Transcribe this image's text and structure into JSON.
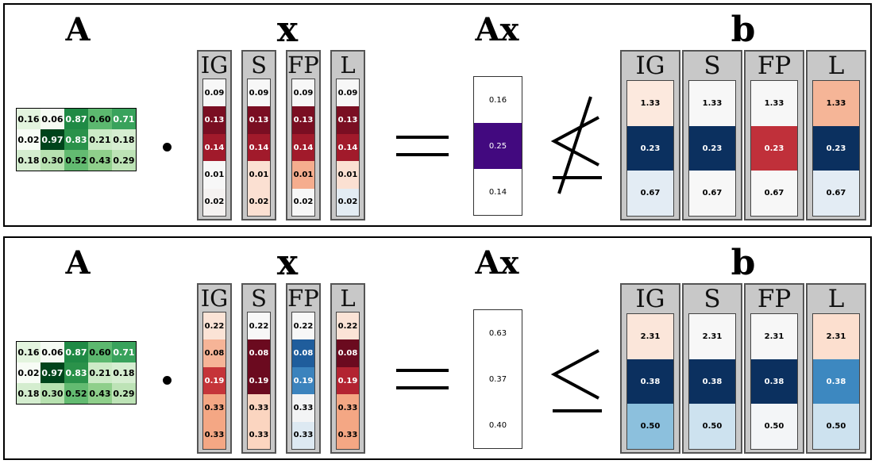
{
  "panels": [
    {
      "id": "top",
      "headers": {
        "A": "A",
        "x": "x",
        "Ax": "Ax",
        "b": "b"
      },
      "relation": "not-less-than-or-equal",
      "matrix_A": [
        [
          "0.16",
          "0.06",
          "0.87",
          "0.60",
          "0.71"
        ],
        [
          "0.02",
          "0.97",
          "0.83",
          "0.21",
          "0.18"
        ],
        [
          "0.18",
          "0.30",
          "0.52",
          "0.43",
          "0.29"
        ]
      ],
      "x_vectors": [
        {
          "label": "IG",
          "values": [
            "0.09",
            "0.13",
            "0.14",
            "0.01",
            "0.02"
          ],
          "colors": [
            "#f7f7f7",
            "#7a0e22",
            "#a11a2b",
            "#f7f7f7",
            "#f5f2f1"
          ]
        },
        {
          "label": "S",
          "values": [
            "0.09",
            "0.13",
            "0.14",
            "0.01",
            "0.02"
          ],
          "colors": [
            "#f7f7f7",
            "#7a0e22",
            "#a11a2b",
            "#fbe0d2",
            "#fbe0d2"
          ]
        },
        {
          "label": "FP",
          "values": [
            "0.09",
            "0.13",
            "0.14",
            "0.01",
            "0.02"
          ],
          "colors": [
            "#f7f7f7",
            "#7a0e22",
            "#a11a2b",
            "#f5ad8e",
            "#f7f7f7"
          ]
        },
        {
          "label": "L",
          "values": [
            "0.09",
            "0.13",
            "0.14",
            "0.01",
            "0.02"
          ],
          "colors": [
            "#f7f7f7",
            "#7a0e22",
            "#a11a2b",
            "#fbe0d2",
            "#e3ecf3"
          ]
        }
      ],
      "Ax": {
        "values": [
          "0.16",
          "0.25",
          "0.14"
        ],
        "colors": [
          "#ffffff",
          "#42097f",
          "#ffffff"
        ]
      },
      "b_vectors": [
        {
          "label": "IG",
          "values": [
            "1.33",
            "0.23",
            "0.67"
          ],
          "colors": [
            "#fce9de",
            "#0b305f",
            "#e3ecf4"
          ]
        },
        {
          "label": "S",
          "values": [
            "1.33",
            "0.23",
            "0.67"
          ],
          "colors": [
            "#f7f7f7",
            "#0b305f",
            "#f7f7f7"
          ]
        },
        {
          "label": "FP",
          "values": [
            "1.33",
            "0.23",
            "0.67"
          ],
          "colors": [
            "#f7f7f7",
            "#c0303a",
            "#f7f7f7"
          ]
        },
        {
          "label": "L",
          "values": [
            "1.33",
            "0.23",
            "0.67"
          ],
          "colors": [
            "#f5b597",
            "#0b305f",
            "#e3ecf4"
          ]
        }
      ]
    },
    {
      "id": "bottom",
      "headers": {
        "A": "A",
        "x": "x",
        "Ax": "Ax",
        "b": "b"
      },
      "relation": "less-than-or-equal",
      "matrix_A": [
        [
          "0.16",
          "0.06",
          "0.87",
          "0.60",
          "0.71"
        ],
        [
          "0.02",
          "0.97",
          "0.83",
          "0.21",
          "0.18"
        ],
        [
          "0.18",
          "0.30",
          "0.52",
          "0.43",
          "0.29"
        ]
      ],
      "x_vectors": [
        {
          "label": "IG",
          "values": [
            "0.22",
            "0.08",
            "0.19",
            "0.33",
            "0.33"
          ],
          "colors": [
            "#fbe3d6",
            "#f6b497",
            "#c53439",
            "#f4a784",
            "#f4a784"
          ]
        },
        {
          "label": "S",
          "values": [
            "0.22",
            "0.08",
            "0.19",
            "0.33",
            "0.33"
          ],
          "colors": [
            "#f7f7f7",
            "#6b0a1f",
            "#6b0a1f",
            "#fbd5c0",
            "#fbd5c0"
          ]
        },
        {
          "label": "FP",
          "values": [
            "0.22",
            "0.08",
            "0.19",
            "0.33",
            "0.33"
          ],
          "colors": [
            "#f7f7f7",
            "#1f5d9c",
            "#3b83bd",
            "#f3f4f5",
            "#dde9f2"
          ]
        },
        {
          "label": "L",
          "values": [
            "0.22",
            "0.08",
            "0.19",
            "0.33",
            "0.33"
          ],
          "colors": [
            "#fbe3d6",
            "#6b0a1f",
            "#b32331",
            "#f4a784",
            "#f4a784"
          ]
        }
      ],
      "Ax": {
        "values": [
          "0.63",
          "0.37",
          "0.40"
        ],
        "colors": [
          "#ffffff",
          "#ffffff",
          "#ffffff"
        ]
      },
      "b_vectors": [
        {
          "label": "IG",
          "values": [
            "2.31",
            "0.38",
            "0.50"
          ],
          "colors": [
            "#fbe6da",
            "#0b305f",
            "#8cc0dd"
          ]
        },
        {
          "label": "S",
          "values": [
            "2.31",
            "0.38",
            "0.50"
          ],
          "colors": [
            "#f7f7f7",
            "#0b305f",
            "#cde2ef"
          ]
        },
        {
          "label": "FP",
          "values": [
            "2.31",
            "0.38",
            "0.50"
          ],
          "colors": [
            "#f7f7f7",
            "#0b305f",
            "#f3f5f7"
          ]
        },
        {
          "label": "L",
          "values": [
            "2.31",
            "0.38",
            "0.50"
          ],
          "colors": [
            "#fcdfcf",
            "#3d88c0",
            "#cde2ef"
          ]
        }
      ]
    }
  ],
  "matrix_A_colors": [
    [
      "#e3f4de",
      "#f5fbf3",
      "#1f8a45",
      "#5cb86f",
      "#39a25c"
    ],
    [
      "#f7fcf5",
      "#00441b",
      "#2a924a",
      "#cdebc7",
      "#d6eed1"
    ],
    [
      "#d4edcf",
      "#b7e1b0",
      "#63bb71",
      "#8fcf8b",
      "#bde3b6"
    ]
  ]
}
